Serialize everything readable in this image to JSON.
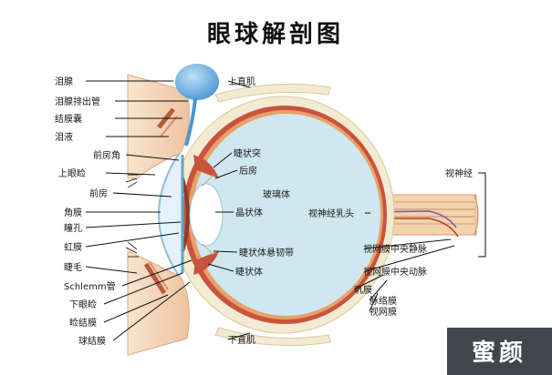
{
  "title": "眼球解剖图",
  "watermark": "蜜颜",
  "labels": {
    "lacrimal_gland": "泪腺",
    "lacrimal_duct": "泪腺排出管",
    "conjunctival_sac": "结膜囊",
    "tear": "泪液",
    "anterior_chamber_angle": "前房角",
    "upper_eyelid": "上眼睑",
    "anterior_chamber": "前房",
    "cornea": "角膜",
    "pupil": "瞳孔",
    "iris": "虹膜",
    "eyelash": "睫毛",
    "schlemm_canal": "Schlemm管",
    "lower_eyelid": "下眼睑",
    "palpebral_conjunctiva": "睑结膜",
    "bulbar_conjunctiva": "球结膜",
    "superior_rectus": "上直肌",
    "ciliary_process": "睫状突",
    "posterior_chamber": "后房",
    "vitreous": "玻璃体",
    "lens": "晶状体",
    "zonule": "睫状体悬韧带",
    "ciliary_body": "睫状体",
    "optic_disc": "视神经乳头",
    "optic_nerve": "视神经",
    "central_retinal_vein": "视网膜中央静脉",
    "central_retinal_artery": "视网膜中央动脉",
    "sclera": "巩膜",
    "choroid": "脉络膜",
    "retina": "视网膜",
    "inferior_rectus": "下直肌"
  },
  "colors": {
    "vitreous": "#cfe7ef",
    "sclera": "#f3ead2",
    "choroid": "#c8543c",
    "retina_line": "#e9a06a",
    "gland": "#6aaedf",
    "lid_skin": "#f6d8bf",
    "muscle": "#e4946a",
    "nerve": "#f0c9a0",
    "watermark_bg": "#3f474d"
  }
}
